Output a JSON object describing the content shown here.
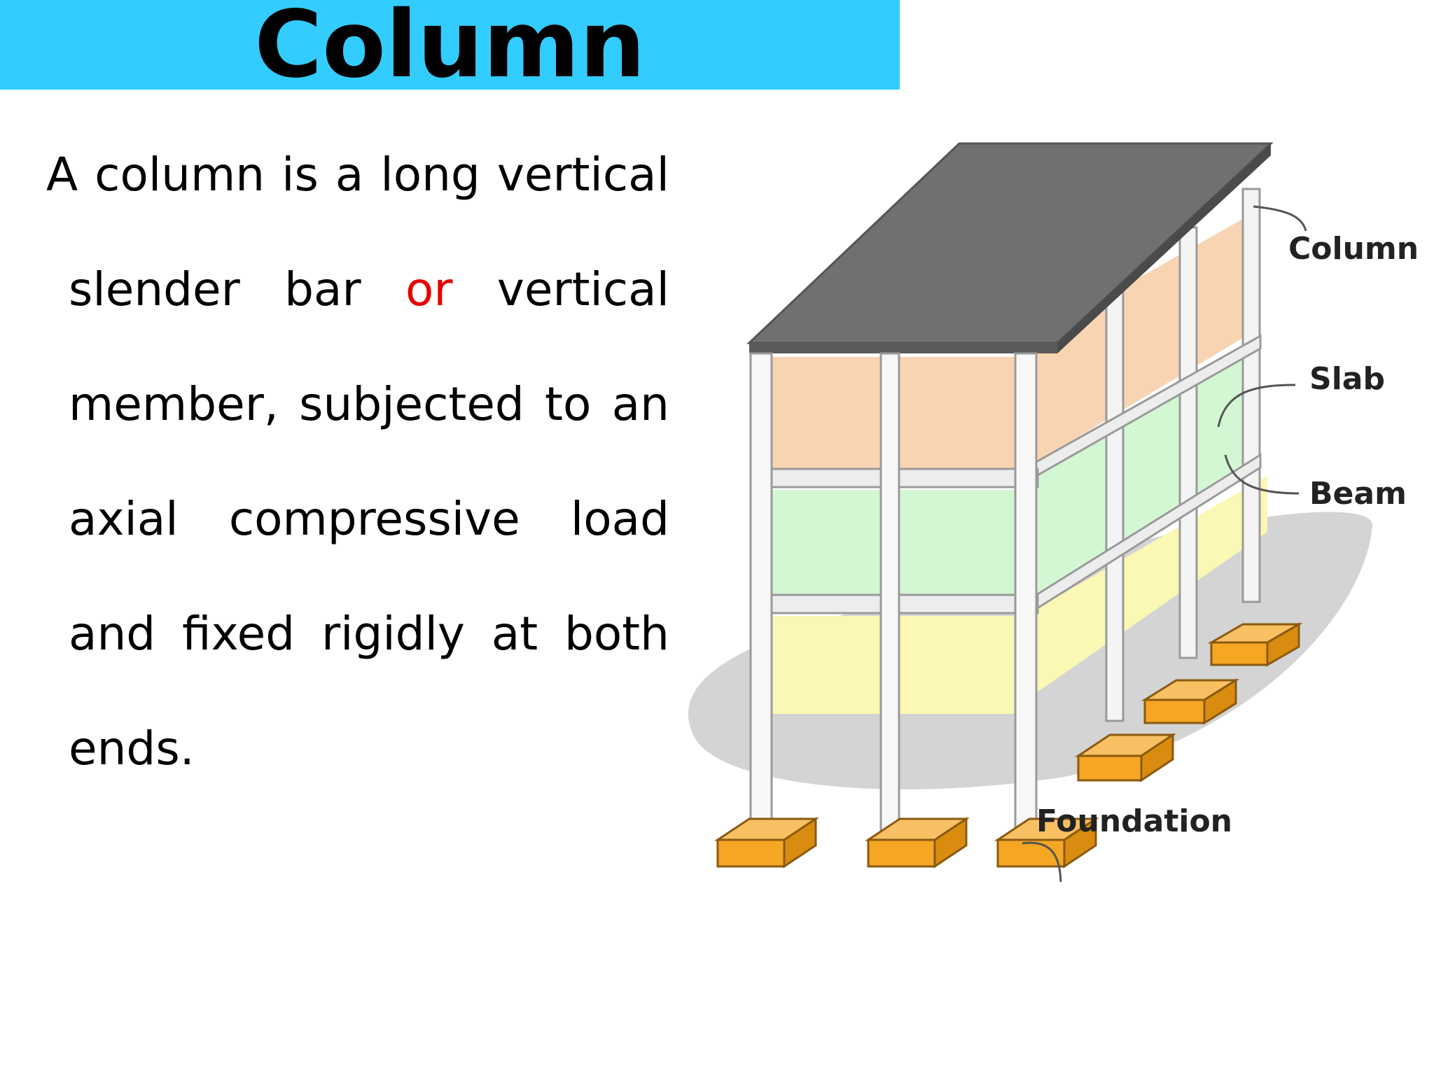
{
  "slide": {
    "title": "Column",
    "body_lines": [
      {
        "words": [
          "A",
          "column",
          "is",
          "a",
          "long",
          "vertical"
        ]
      },
      {
        "words": [
          "slender",
          "bar",
          "or",
          "vertical"
        ],
        "highlight": "or"
      },
      {
        "words": [
          "member,",
          "subjected",
          "to",
          "an"
        ]
      },
      {
        "words": [
          "axial",
          "compressive",
          "load"
        ]
      },
      {
        "words": [
          "and",
          "fixed",
          "rigidly",
          "at",
          "both"
        ]
      },
      {
        "words": [
          "ends."
        ]
      }
    ],
    "highlight_color": "#e60000",
    "title_bar_color": "#33ccff"
  },
  "diagram": {
    "labels": {
      "column": "Column",
      "slab": "Slab",
      "beam": "Beam",
      "foundation": "Foundation"
    },
    "colors": {
      "roof": "#707070",
      "slab_upper": "#f9d4b3",
      "slab_middle": "#d3f7d3",
      "slab_lower": "#fbf7b4",
      "footing": "#f5a623",
      "ground": "#d4d4d4"
    }
  }
}
